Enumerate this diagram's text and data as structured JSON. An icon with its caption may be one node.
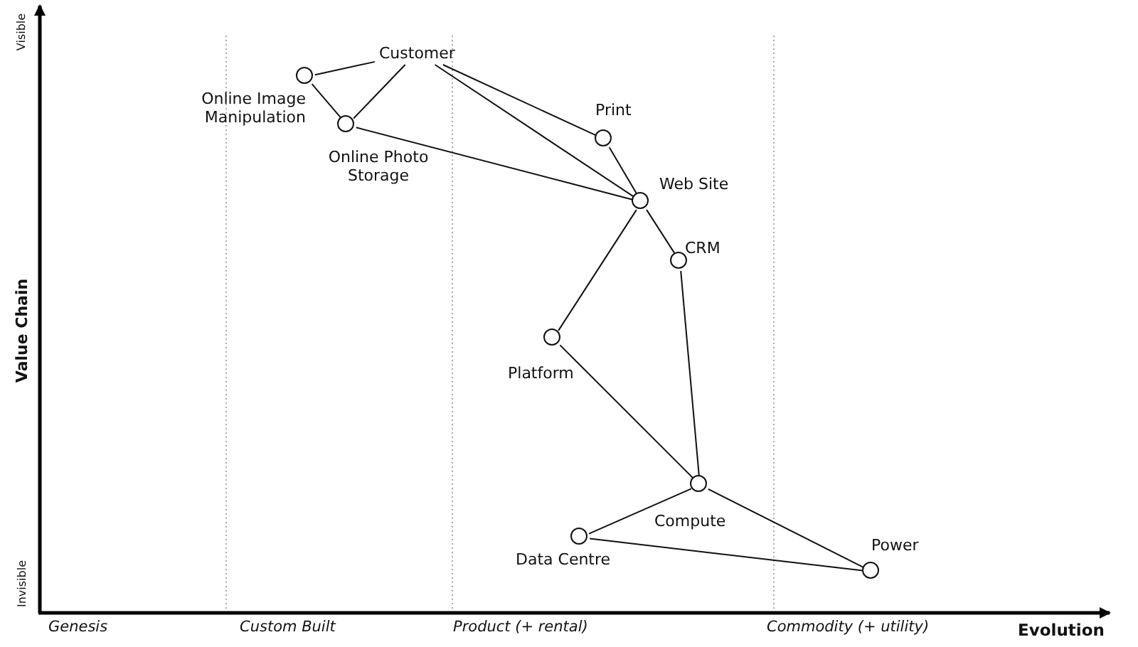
{
  "diagram": {
    "nodes": [
      {
        "text": [
          "Customer"
        ]
      },
      {
        "text": [],
        "shape": "circle",
        "beside": [
          "Online Image Manipulation"
        ]
      },
      {
        "text": [],
        "shape": "circle",
        "beside": [
          "Online Photo Storage"
        ]
      },
      {
        "text": [],
        "shape": "circle",
        "beside": [
          "Print"
        ]
      },
      {
        "text": [],
        "shape": "circle",
        "beside": [
          "Web Site"
        ]
      },
      {
        "text": [],
        "shape": "circle",
        "beside": [
          "CRM"
        ]
      },
      {
        "text": [],
        "shape": "circle",
        "beside": [
          "Platform"
        ]
      },
      {
        "text": [],
        "shape": "circle",
        "beside": [
          "Compute"
        ]
      },
      {
        "text": [],
        "shape": "circle",
        "beside": [
          "Data Centre"
        ]
      },
      {
        "text": [],
        "shape": "circle",
        "beside": [
          "Power"
        ]
      }
    ],
    "edges": [
      {
        "from": 0,
        "to": 1,
        "arrow": "none"
      },
      {
        "from": 0,
        "to": 2,
        "arrow": "none"
      },
      {
        "from": 0,
        "to": 4,
        "arrow": "none"
      },
      {
        "from": 0,
        "to": 3,
        "arrow": "none"
      },
      {
        "from": 1,
        "to": 2,
        "arrow": "none"
      },
      {
        "from": 2,
        "to": 4,
        "arrow": "none"
      },
      {
        "from": 3,
        "to": 4,
        "arrow": "none"
      },
      {
        "from": 4,
        "to": 5,
        "arrow": "none"
      },
      {
        "from": 4,
        "to": 6,
        "arrow": "none"
      },
      {
        "from": 5,
        "to": 7,
        "arrow": "none"
      },
      {
        "from": 6,
        "to": 7,
        "arrow": "none"
      },
      {
        "from": 7,
        "to": 8,
        "arrow": "none"
      },
      {
        "from": 7,
        "to": 9,
        "arrow": "none"
      },
      {
        "from": 8,
        "to": 9,
        "arrow": "none"
      }
    ],
    "labels": [
      "Visible",
      "Value Chain",
      "Invisible",
      "Genesis",
      "Custom Built",
      "Product (+ rental)",
      "Commodity (+ utility)",
      "Evolution"
    ]
  }
}
